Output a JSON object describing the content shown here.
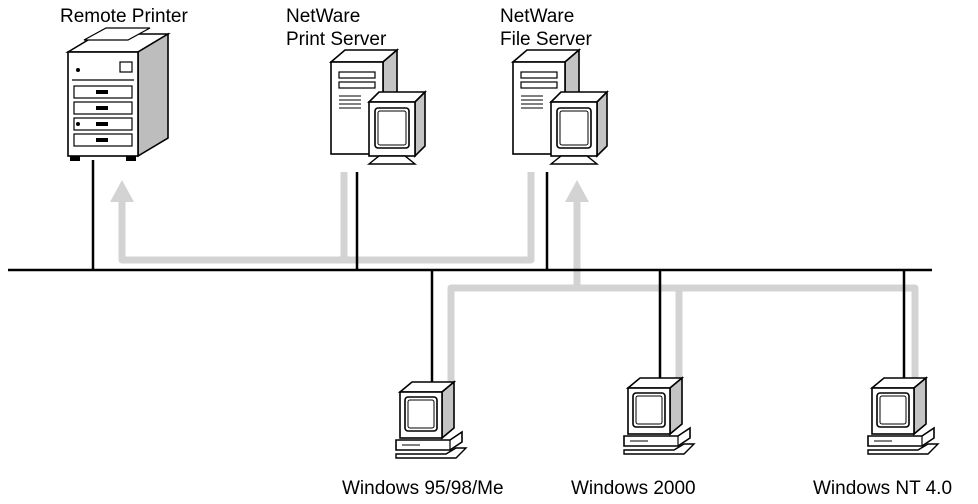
{
  "devices": {
    "remote_printer": {
      "label": "Remote Printer"
    },
    "print_server": {
      "label_line1": "NetWare",
      "label_line2": "Print Server"
    },
    "file_server": {
      "label_line1": "NetWare",
      "label_line2": "File Server"
    },
    "client_win9x": {
      "label": "Windows 95/98/Me"
    },
    "client_win2000": {
      "label": "Windows 2000"
    },
    "client_winnt": {
      "label": "Windows NT 4.0"
    }
  },
  "colors": {
    "network_line": "#000000",
    "data_flow_path": "#d3d3d3",
    "device_outline": "#000000",
    "device_fill": "#ffffff",
    "device_shade": "#b8b8b8"
  },
  "icons": [
    "printer-icon",
    "server-icon",
    "workstation-icon",
    "arrow-up-icon"
  ]
}
